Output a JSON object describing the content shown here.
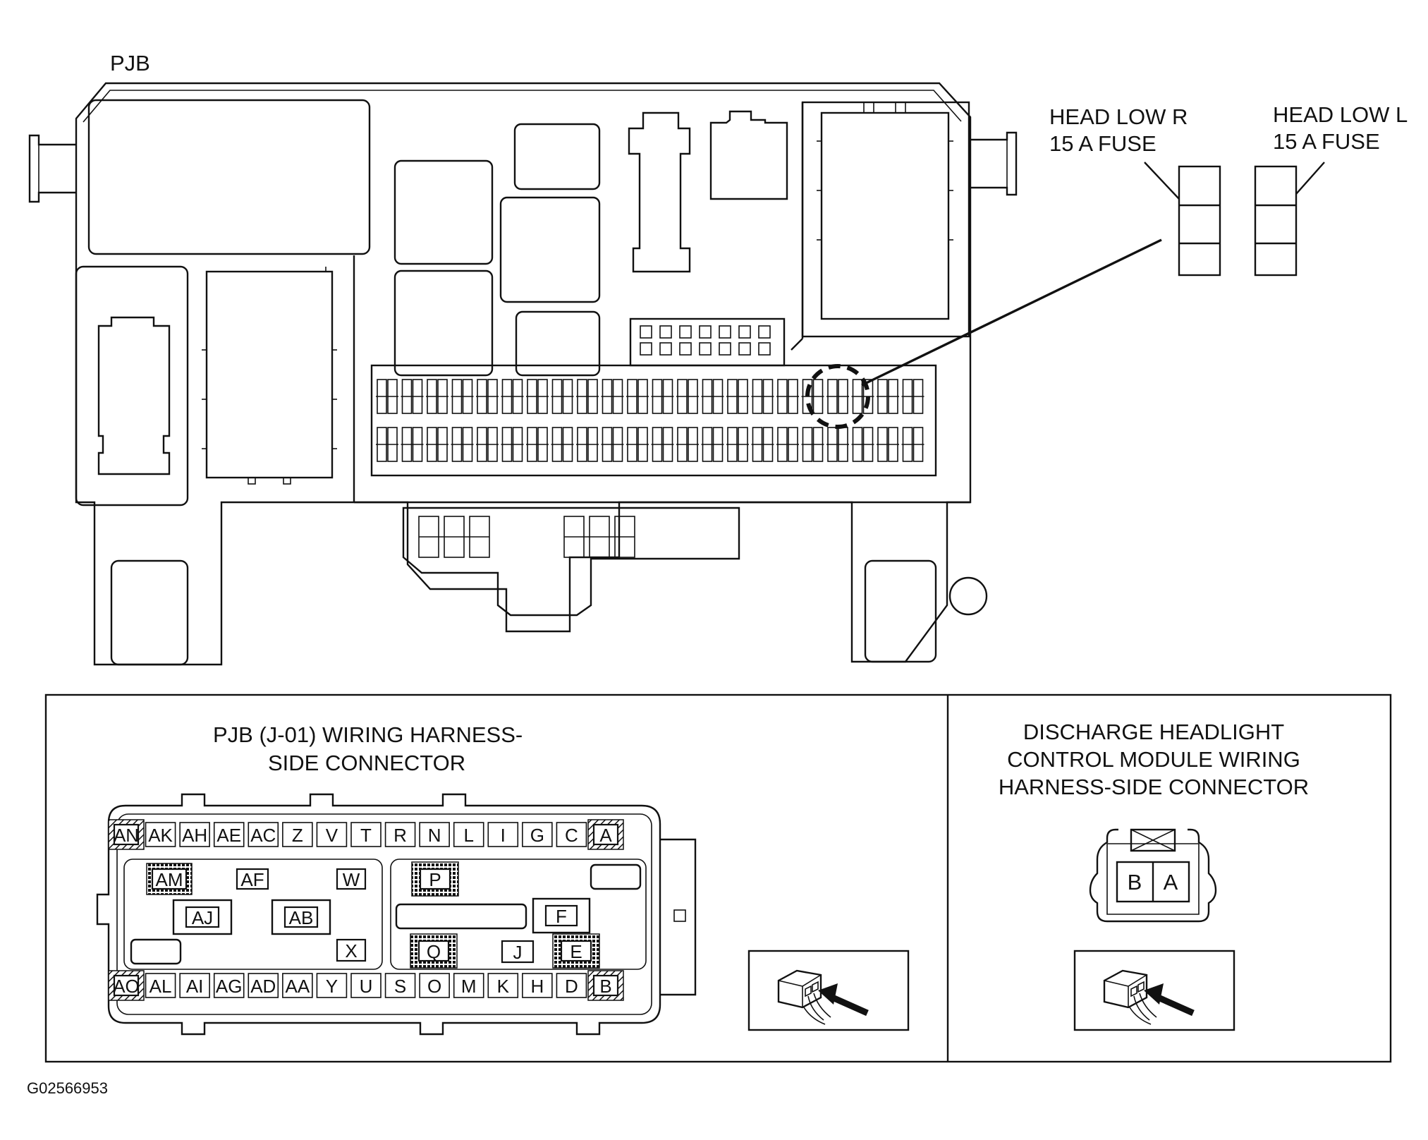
{
  "figure_id": "G02566953",
  "pjb": {
    "title": "PJB",
    "fuse_right_label": [
      "HEAD LOW R",
      "15 A FUSE"
    ],
    "fuse_left_label": [
      "HEAD LOW L",
      "15 A FUSE"
    ]
  },
  "harness_connector": {
    "title": [
      "PJB (J-01) WIRING HARNESS-",
      "SIDE CONNECTOR"
    ],
    "top_row": [
      "AN",
      "AK",
      "AH",
      "AE",
      "AC",
      "Z",
      "V",
      "T",
      "R",
      "N",
      "L",
      "I",
      "G",
      "C",
      "A"
    ],
    "bottom_row": [
      "AO",
      "AL",
      "AI",
      "AG",
      "AD",
      "AA",
      "Y",
      "U",
      "S",
      "O",
      "M",
      "K",
      "H",
      "D",
      "B"
    ],
    "left_pins": [
      "AM",
      "AF",
      "W",
      "AJ",
      "AB",
      "X"
    ],
    "right_pins": [
      "P",
      "F",
      "Q",
      "J",
      "E"
    ]
  },
  "discharge_connector": {
    "title": [
      "DISCHARGE HEADLIGHT",
      "CONTROL MODULE WIRING",
      "HARNESS-SIDE CONNECTOR"
    ],
    "pins": [
      "B",
      "A"
    ]
  }
}
